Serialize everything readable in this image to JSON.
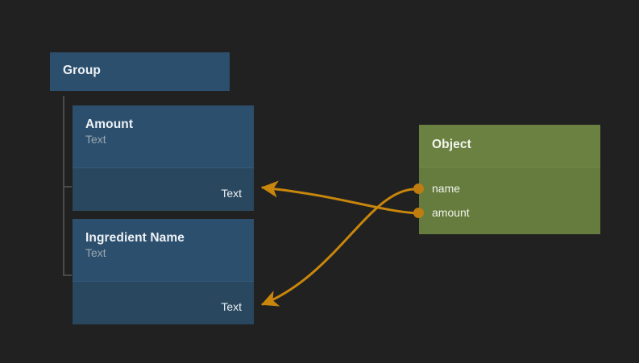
{
  "canvas": {
    "background": "#212121",
    "edge_color": "#c8860d",
    "port_color": "#bf7d10"
  },
  "group_node": {
    "title": "Group",
    "color": "#2c4f6e"
  },
  "field_nodes": [
    {
      "title": "Amount",
      "subtitle": "Text",
      "output_label": "Text",
      "color": "#2c4f6e"
    },
    {
      "title": "Ingredient Name",
      "subtitle": "Text",
      "output_label": "Text",
      "color": "#2c4f6e"
    }
  ],
  "object_node": {
    "title": "Object",
    "color": "#6b8141",
    "ports": [
      {
        "label": "name"
      },
      {
        "label": "amount"
      }
    ]
  },
  "connections": [
    {
      "from": "name",
      "to": "ingredient-name-text"
    },
    {
      "from": "amount",
      "to": "amount-text"
    }
  ]
}
